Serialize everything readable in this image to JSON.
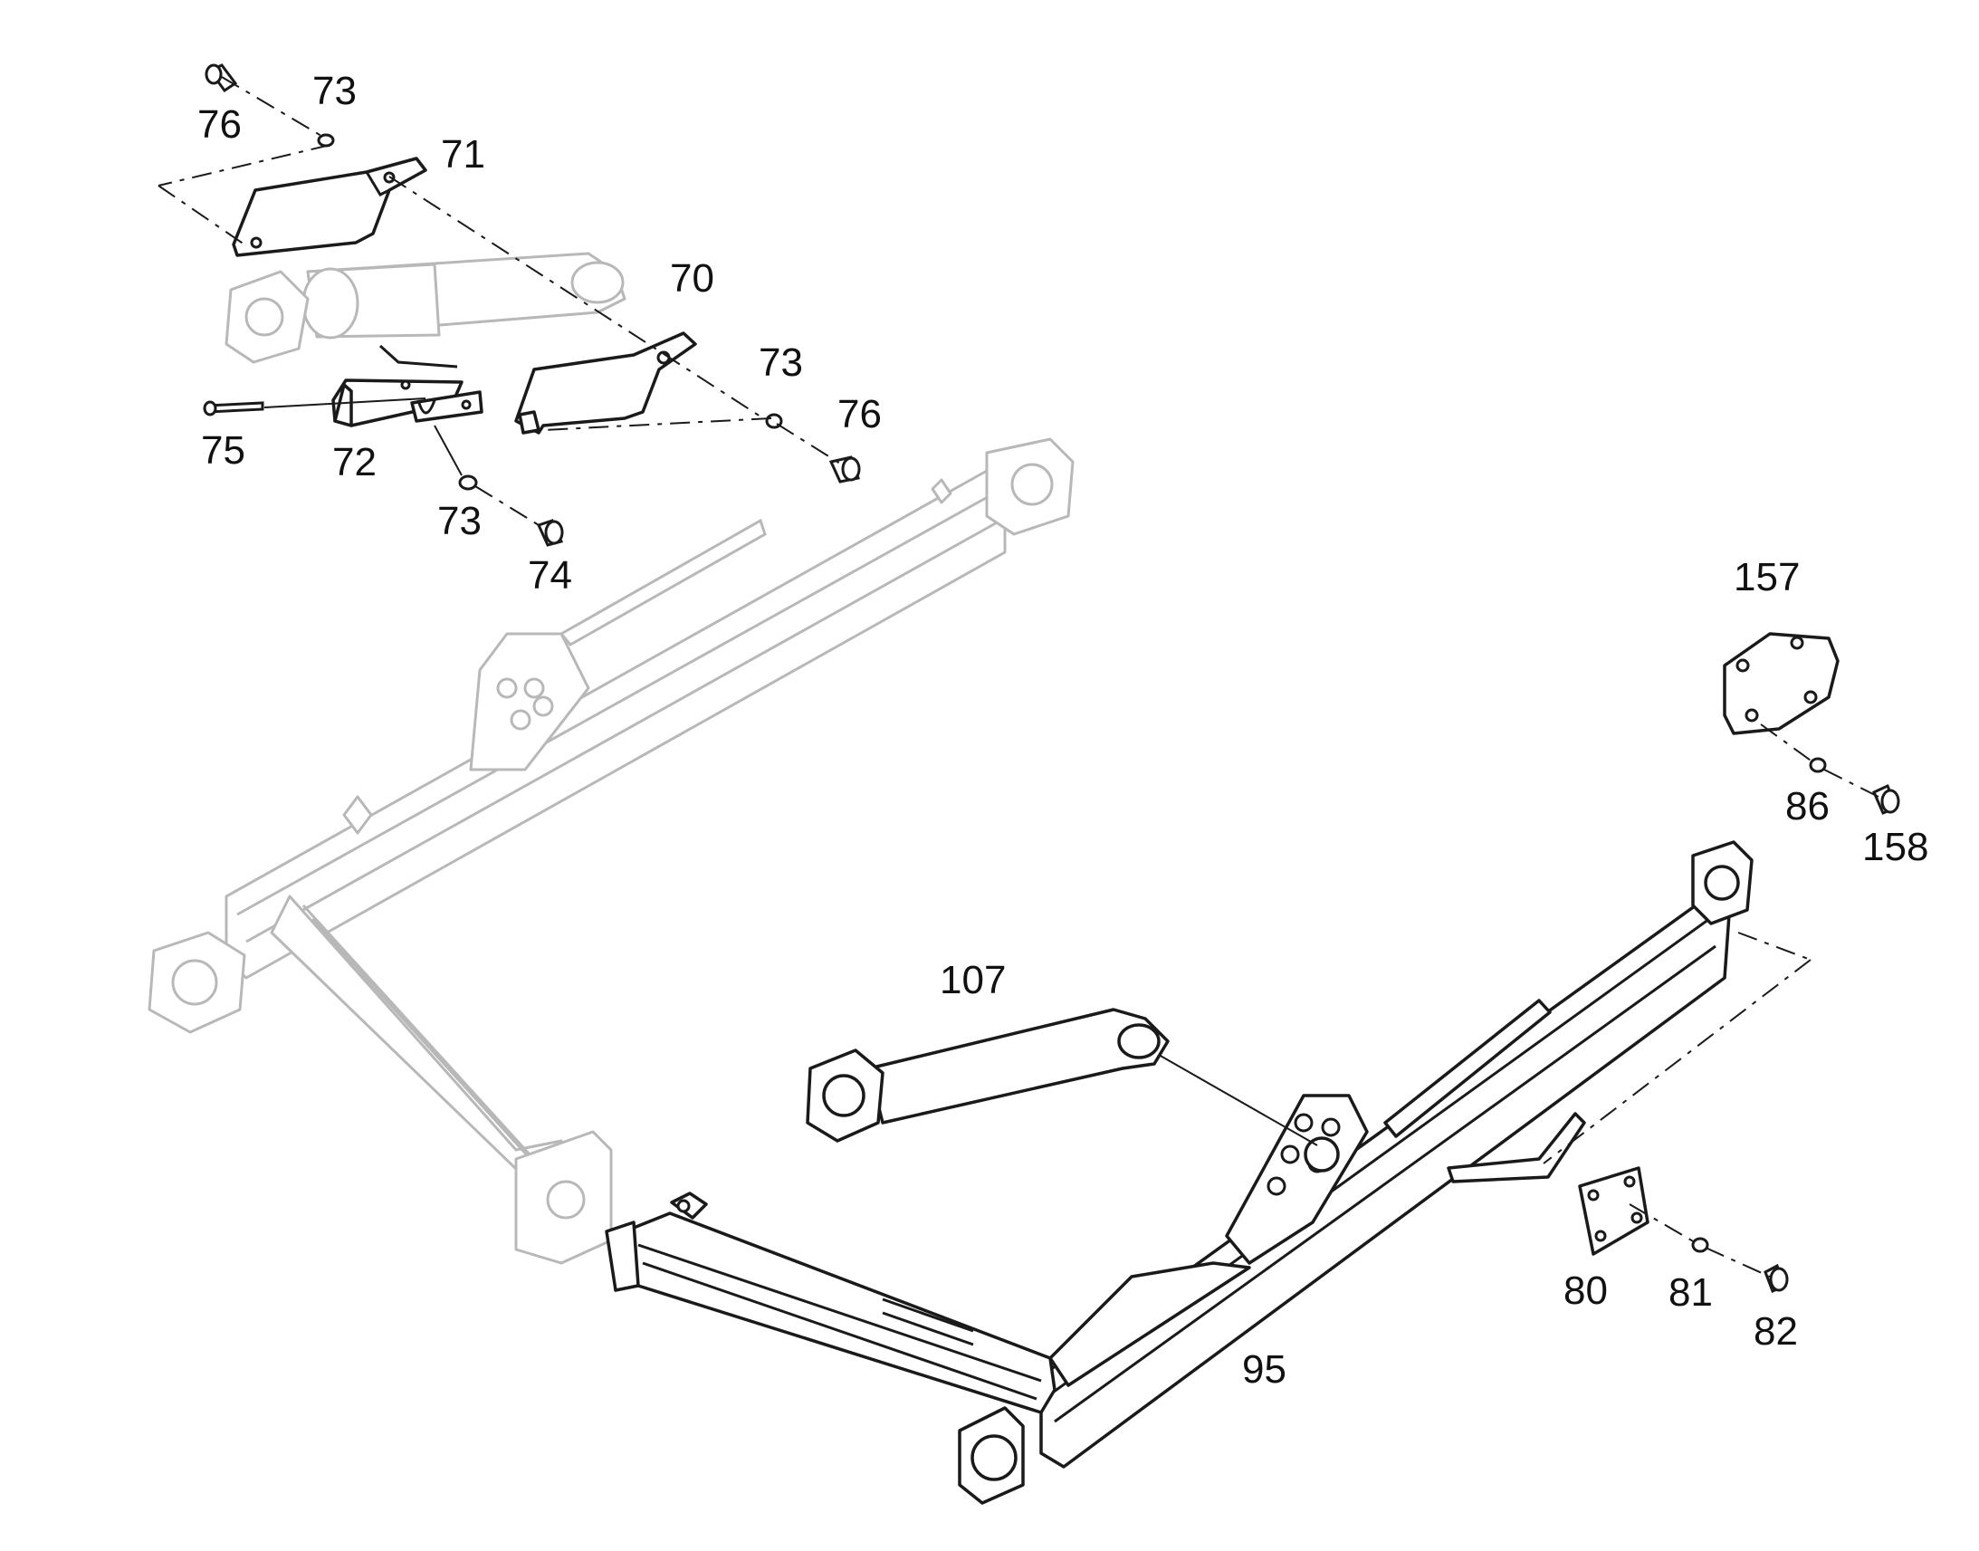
{
  "diagram": {
    "callouts": [
      {
        "id": "c-76a",
        "text": "76"
      },
      {
        "id": "c-73a",
        "text": "73"
      },
      {
        "id": "c-71",
        "text": "71"
      },
      {
        "id": "c-70",
        "text": "70"
      },
      {
        "id": "c-73b",
        "text": "73"
      },
      {
        "id": "c-76b",
        "text": "76"
      },
      {
        "id": "c-75",
        "text": "75"
      },
      {
        "id": "c-72",
        "text": "72"
      },
      {
        "id": "c-73c",
        "text": "73"
      },
      {
        "id": "c-74",
        "text": "74"
      },
      {
        "id": "c-157",
        "text": "157"
      },
      {
        "id": "c-86",
        "text": "86"
      },
      {
        "id": "c-158",
        "text": "158"
      },
      {
        "id": "c-107",
        "text": "107"
      },
      {
        "id": "c-80",
        "text": "80"
      },
      {
        "id": "c-81",
        "text": "81"
      },
      {
        "id": "c-82",
        "text": "82"
      },
      {
        "id": "c-95",
        "text": "95"
      }
    ]
  }
}
